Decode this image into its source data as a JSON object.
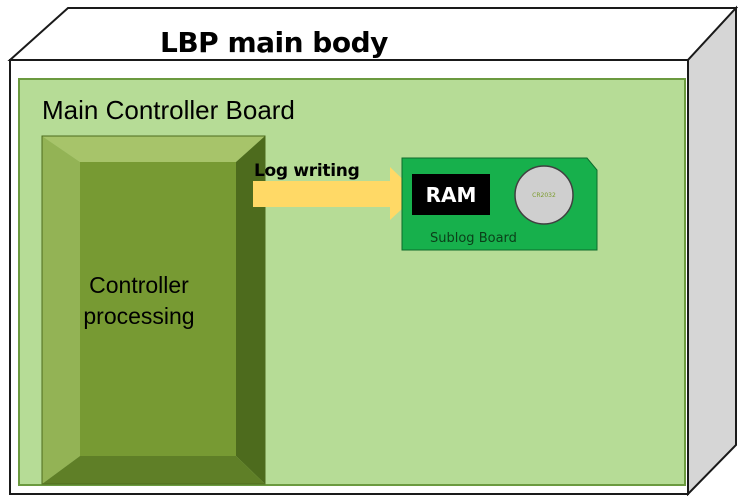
{
  "diagram": {
    "title": "LBP main body",
    "board_label": "Main Controller Board",
    "processing_label": "Controller processing",
    "arrow_label": "Log writing",
    "ram_label": "RAM",
    "sublog_label": "Sublog Board"
  },
  "colors": {
    "body_face": "#ffffff",
    "body_side": "#d6d6d6",
    "body_outline": "#1a1a1a",
    "board_fill": "#b6dc96",
    "board_outline": "#6b9a3f",
    "processing_front": "#779a33",
    "processing_bevel_light": "#a7c46a",
    "processing_bevel_dark": "#4d6b1d",
    "arrow": "#ffd966",
    "sublog_board": "#17b04c",
    "ram_chip": "#000000",
    "battery": "#cfcfcf"
  }
}
